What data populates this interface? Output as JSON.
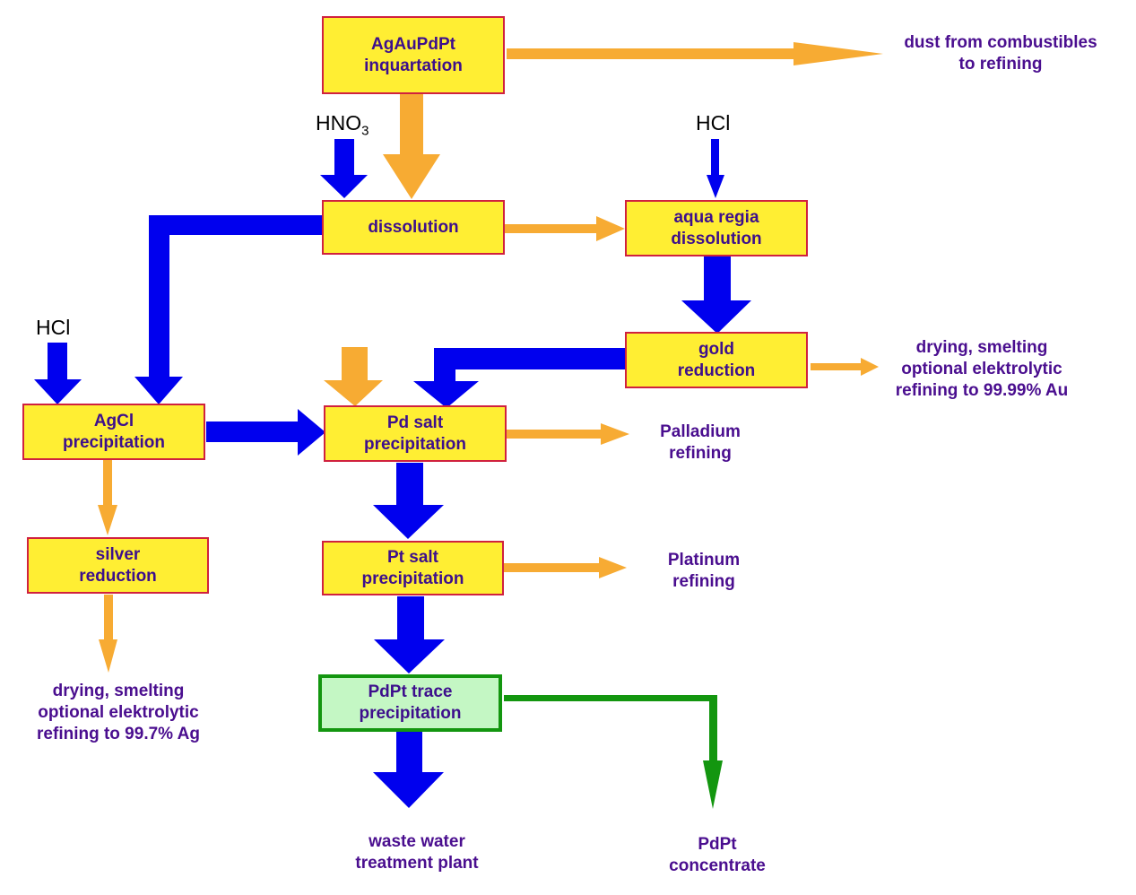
{
  "colors": {
    "box_fill": "#ffee33",
    "box_border": "#d0213e",
    "text": "#3d0f8c",
    "flow_main": "#0000ee",
    "flow_side": "#f7ab33",
    "flow_green": "#13960f",
    "green_fill": "#c4f7c4"
  },
  "boxes": {
    "inquartation": [
      "AgAuPdPt",
      "inquartation"
    ],
    "dissolution": [
      "dissolution"
    ],
    "aqua_regia": [
      "aqua regia",
      "dissolution"
    ],
    "gold_reduction": [
      "gold",
      "reduction"
    ],
    "agcl": [
      "AgCl",
      "precipitation"
    ],
    "pd_salt": [
      "Pd salt",
      "precipitation"
    ],
    "silver_reduction": [
      "silver",
      "reduction"
    ],
    "pt_salt": [
      "Pt salt",
      "precipitation"
    ],
    "pdpt_trace": [
      "PdPt trace",
      "precipitation"
    ]
  },
  "outputs": {
    "dust": [
      "dust from combustibles",
      "to refining"
    ],
    "gold_refining": [
      "drying, smelting",
      "optional elektrolytic",
      "refining to 99.99% Au"
    ],
    "palladium": [
      "Palladium",
      "refining"
    ],
    "platinum": [
      "Platinum",
      "refining"
    ],
    "silver_refining": [
      "drying, smelting",
      "optional elektrolytic",
      "refining to 99.7% Ag"
    ],
    "waste_water": [
      "waste water",
      "treatment plant"
    ],
    "pdpt_concentrate": [
      "PdPt",
      "concentrate"
    ]
  },
  "reagents": {
    "hno3_main": "HNO",
    "hno3_sub": "3",
    "hcl_aqua": "HCl",
    "hcl_agcl": "HCl"
  }
}
